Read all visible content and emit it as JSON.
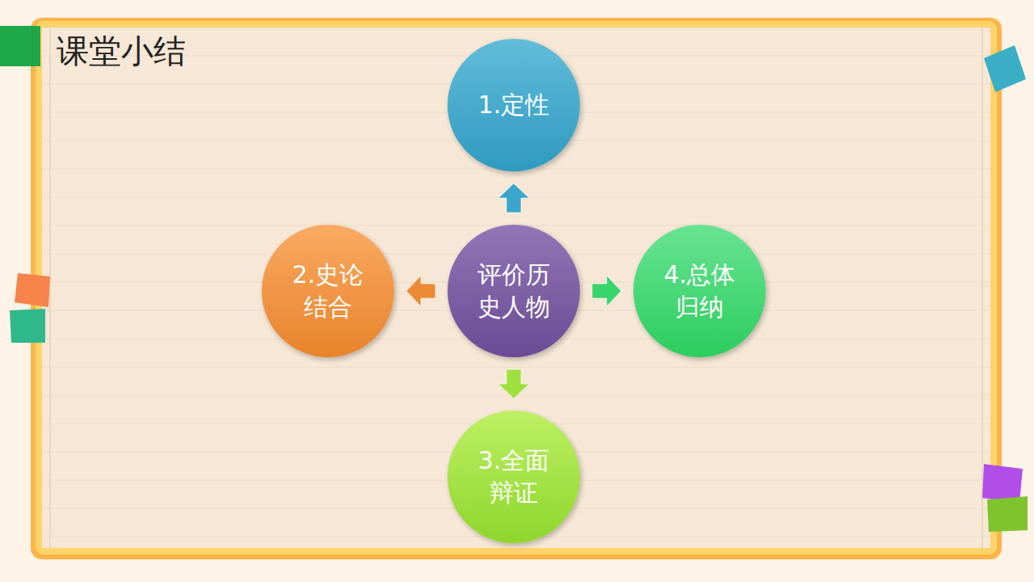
{
  "diagram": {
    "title": "课堂小结",
    "nodes": [
      {
        "text": [
          "1.定性"
        ]
      },
      {
        "text": [
          "2.史论 结合"
        ]
      },
      {
        "text": [
          "评价历 史人物"
        ]
      },
      {
        "text": [
          "4.总体 归纳"
        ]
      },
      {
        "text": [
          "3.全面 辩证"
        ]
      }
    ],
    "edges": [
      {
        "from": 2,
        "to": 0,
        "arrow": "to"
      },
      {
        "from": 2,
        "to": 1,
        "arrow": "to"
      },
      {
        "from": 2,
        "to": 3,
        "arrow": "to"
      },
      {
        "from": 2,
        "to": 4,
        "arrow": "to"
      }
    ]
  }
}
